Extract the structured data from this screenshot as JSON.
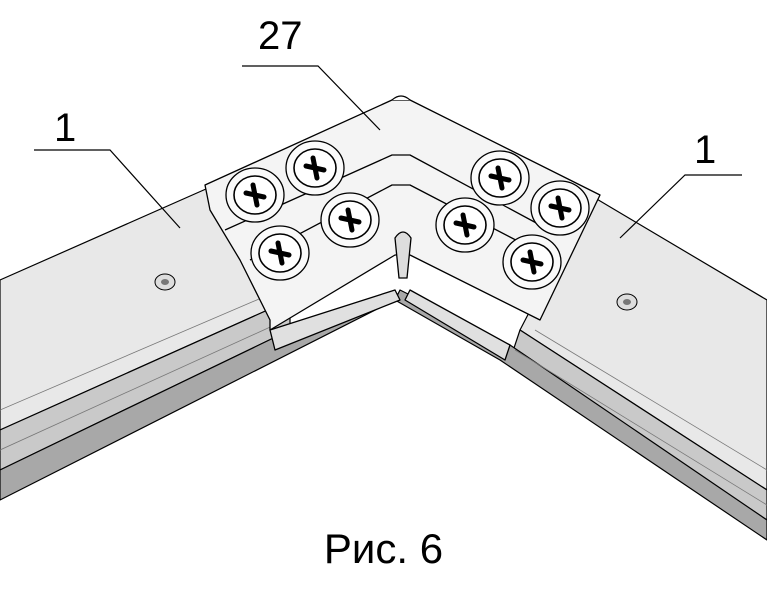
{
  "labels": {
    "bracket": "27",
    "profile_left": "1",
    "profile_right": "1"
  },
  "caption": "Рис. 6",
  "colors": {
    "profile_light": "#e6e6e6",
    "profile_mid": "#cfcfcf",
    "profile_dark": "#a9a9a9",
    "bracket": "#f4f4f4",
    "line": "#000000"
  },
  "icons": [
    "screw-icon",
    "rivet-icon"
  ]
}
